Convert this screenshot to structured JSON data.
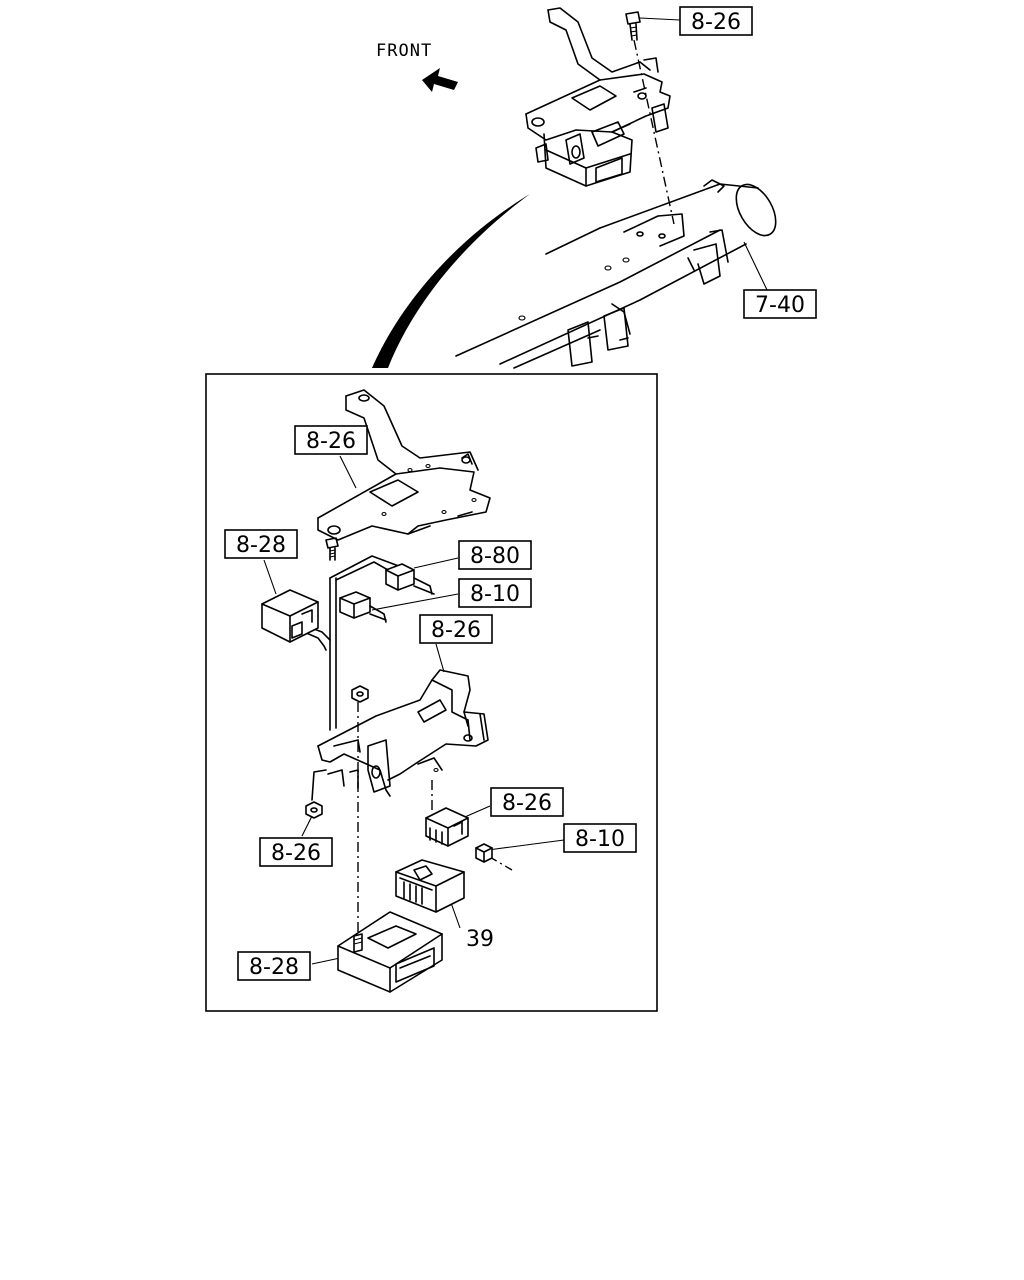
{
  "orientation_label": "FRONT",
  "callouts": {
    "top_bolt": "8-26",
    "cross_member": "7-40",
    "detail_bracket_top": "8-26",
    "detail_relay_left": "8-28",
    "detail_connector_a": "8-80",
    "detail_connector_b": "8-10",
    "detail_bracket_mid": "8-26",
    "detail_nut": "8-26",
    "detail_relay_small": "8-26",
    "detail_connector_c": "8-10",
    "detail_module_part": "39",
    "detail_control_unit": "8-28"
  }
}
